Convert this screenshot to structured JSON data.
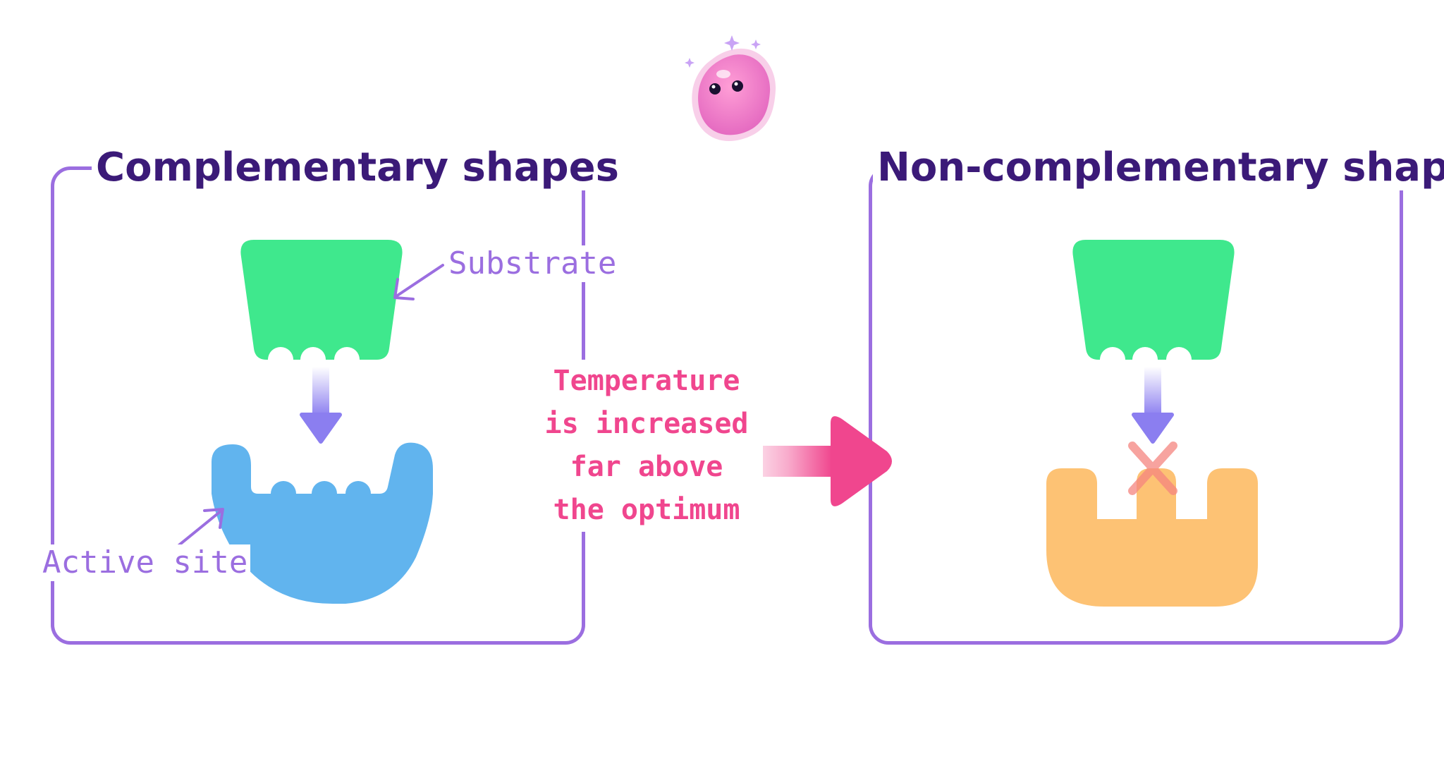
{
  "left_panel": {
    "title": "Complementary shapes",
    "substrate_label": "Substrate",
    "active_site_label": "Active site"
  },
  "right_panel": {
    "title": "Non-complementary shapes"
  },
  "transition": {
    "lines": [
      "Temperature",
      "is increased",
      "far above",
      "the optimum"
    ]
  },
  "colors": {
    "frame": "#9b6ee0",
    "title": "#3b1a78",
    "substrate": "#3fe88d",
    "enzyme_normal": "#61b4ee",
    "enzyme_denatured": "#fdc274",
    "transition_text": "#f0468e",
    "arrow_big": "#f0468e",
    "arrow_small": "#8b7ef0"
  },
  "icons": {
    "mascot": "pink-blob-mascot-icon",
    "block": "red-cross-icon"
  }
}
